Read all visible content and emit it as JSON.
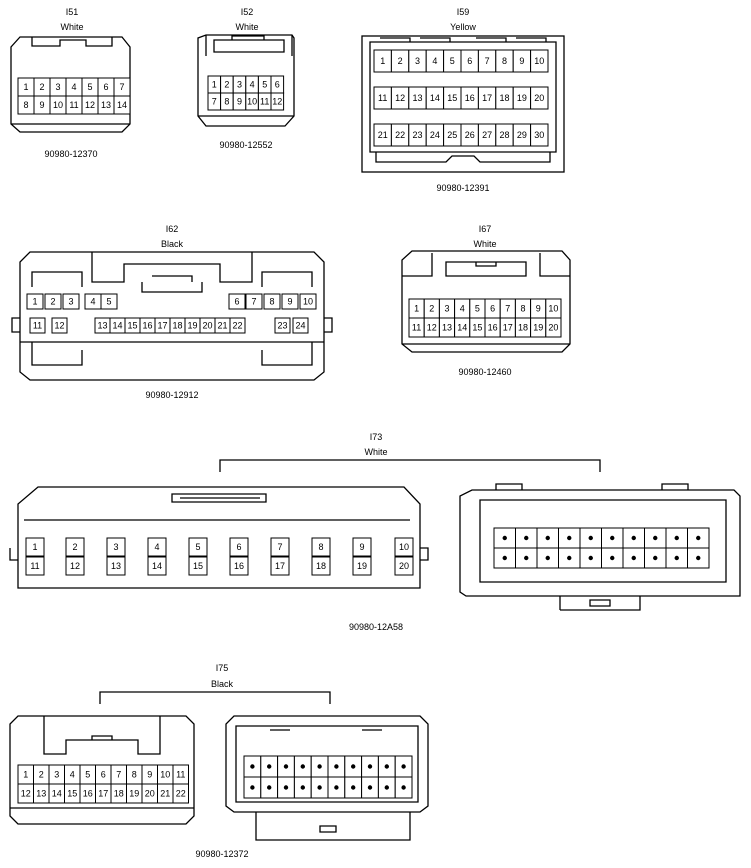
{
  "connectors": {
    "i51": {
      "id": "I51",
      "color": "White",
      "part_number": "90980-12370",
      "pins": [
        "1",
        "2",
        "3",
        "4",
        "5",
        "6",
        "7",
        "8",
        "9",
        "10",
        "11",
        "12",
        "13",
        "14"
      ]
    },
    "i52": {
      "id": "I52",
      "color": "White",
      "part_number": "90980-12552",
      "pins": [
        "1",
        "2",
        "3",
        "4",
        "5",
        "6",
        "7",
        "8",
        "9",
        "10",
        "11",
        "12"
      ]
    },
    "i59": {
      "id": "I59",
      "color": "Yellow",
      "part_number": "90980-12391",
      "pins": [
        "1",
        "2",
        "3",
        "4",
        "5",
        "6",
        "7",
        "8",
        "9",
        "10",
        "11",
        "12",
        "13",
        "14",
        "15",
        "16",
        "17",
        "18",
        "19",
        "20",
        "21",
        "22",
        "23",
        "24",
        "25",
        "26",
        "27",
        "28",
        "29",
        "30"
      ]
    },
    "i62": {
      "id": "I62",
      "color": "Black",
      "part_number": "90980-12912",
      "pins": [
        "1",
        "2",
        "3",
        "4",
        "5",
        "6",
        "7",
        "8",
        "9",
        "10",
        "11",
        "12",
        "13",
        "14",
        "15",
        "16",
        "17",
        "18",
        "19",
        "20",
        "21",
        "22",
        "23",
        "24"
      ]
    },
    "i67": {
      "id": "I67",
      "color": "White",
      "part_number": "90980-12460",
      "pins": [
        "1",
        "2",
        "3",
        "4",
        "5",
        "6",
        "7",
        "8",
        "9",
        "10",
        "11",
        "12",
        "13",
        "14",
        "15",
        "16",
        "17",
        "18",
        "19",
        "20"
      ]
    },
    "i73": {
      "id": "I73",
      "color": "White",
      "part_number": "90980-12A58",
      "pins": [
        "1",
        "2",
        "3",
        "4",
        "5",
        "6",
        "7",
        "8",
        "9",
        "10",
        "11",
        "12",
        "13",
        "14",
        "15",
        "16",
        "17",
        "18",
        "19",
        "20"
      ]
    },
    "i75": {
      "id": "I75",
      "color": "Black",
      "part_number": "90980-12372",
      "pins": [
        "1",
        "2",
        "3",
        "4",
        "5",
        "6",
        "7",
        "8",
        "9",
        "10",
        "11",
        "12",
        "13",
        "14",
        "15",
        "16",
        "17",
        "18",
        "19",
        "20",
        "21",
        "22"
      ]
    }
  }
}
